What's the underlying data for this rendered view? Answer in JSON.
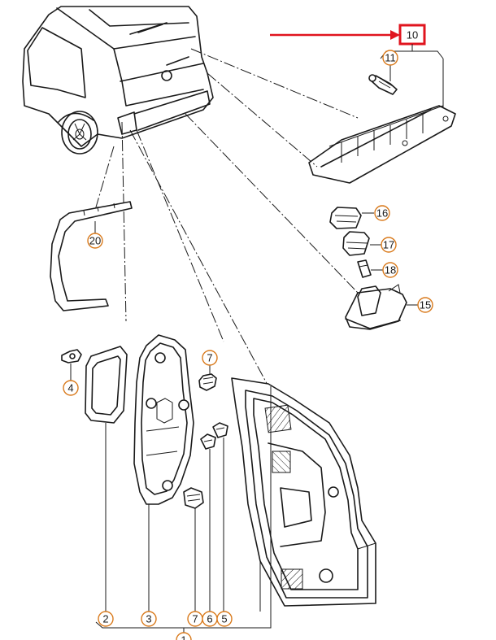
{
  "callouts": {
    "c10": "10",
    "c11": "11",
    "c16": "16",
    "c17": "17",
    "c18": "18",
    "c15": "15",
    "c20": "20",
    "c4": "4",
    "c7a": "7",
    "c2": "2",
    "c3": "3",
    "c7b": "7",
    "c6": "6",
    "c5": "5",
    "c1": "1"
  },
  "colors": {
    "highlight": "#e0141e",
    "callout_ring": "#d97a1c",
    "line": "#1a1a1a"
  }
}
